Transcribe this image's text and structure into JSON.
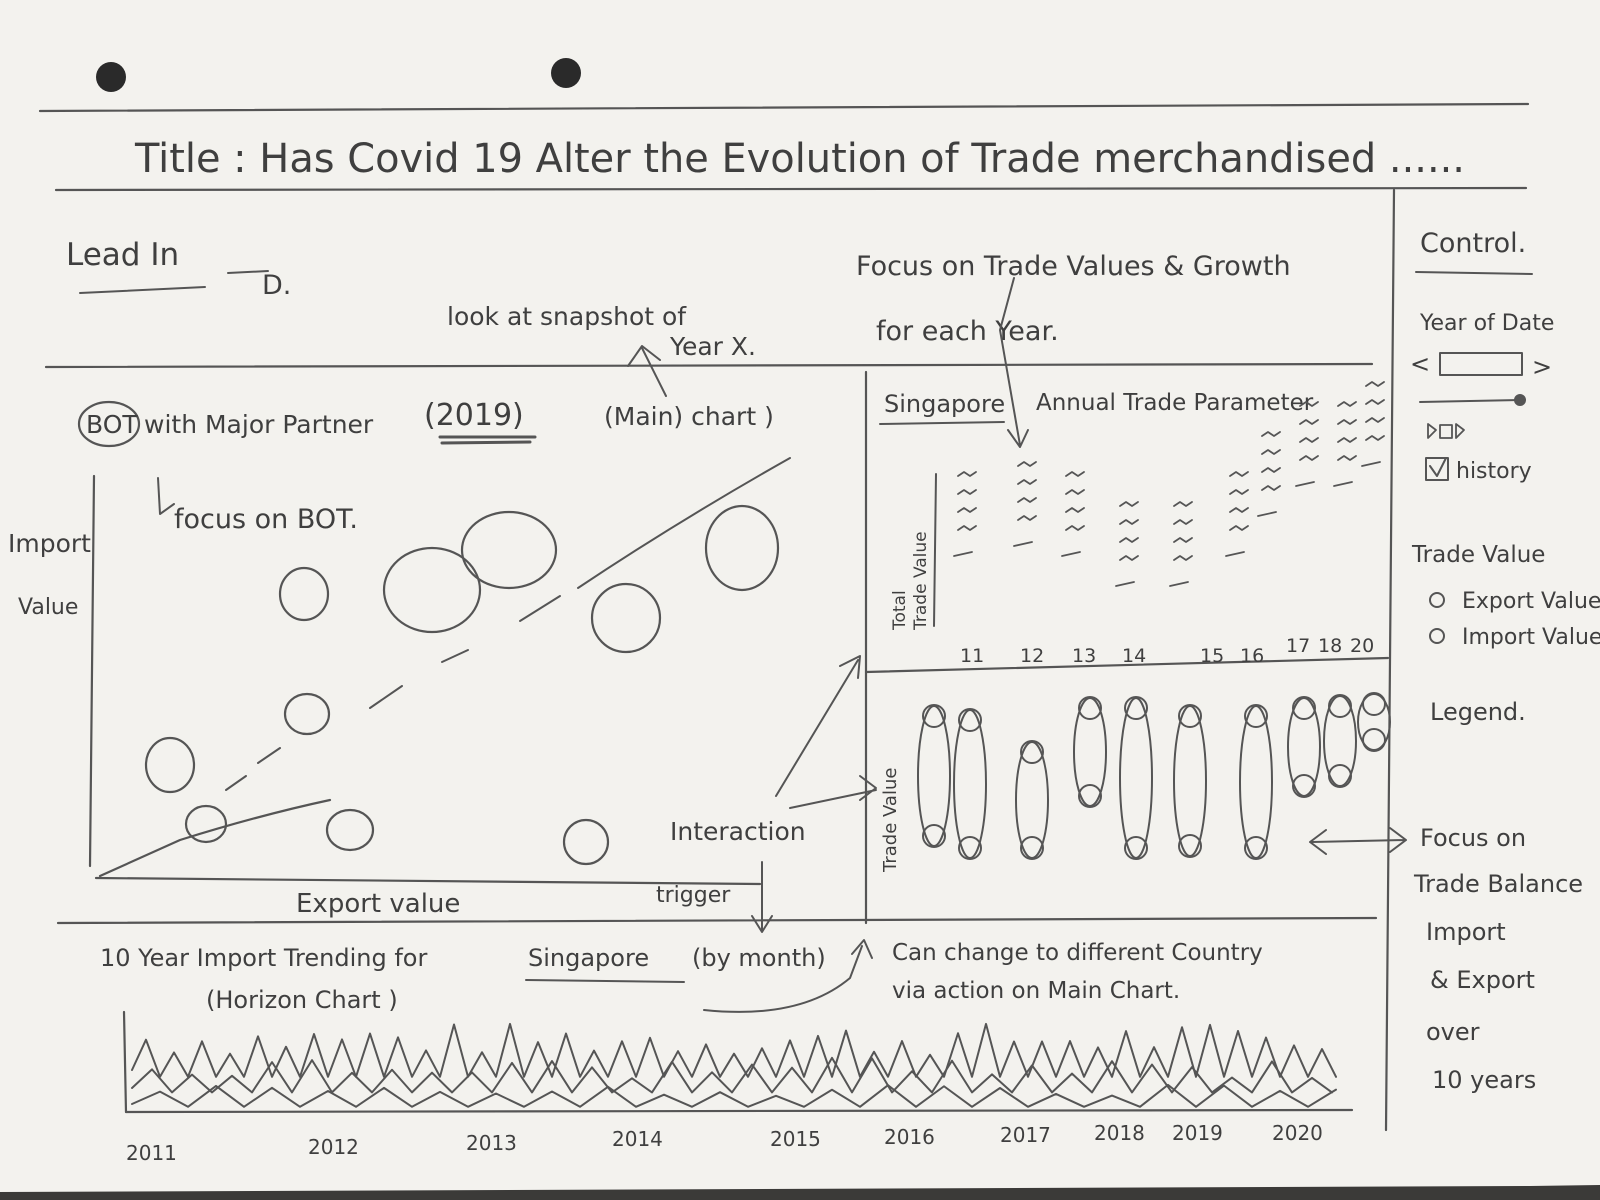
{
  "header": {
    "title": "Title : Has Covid 19 Alter the Evolution of Trade merchandised ......"
  },
  "lead_in": {
    "label": "Lead In",
    "arrow": "D.",
    "note_line1": "look at snapshot of",
    "note_line2": "Year X.",
    "focus_line1": "Focus on Trade Values & Growth",
    "focus_line2": "for each Year."
  },
  "control": {
    "title": "Control.",
    "year_label": "Year of Date",
    "history_label": "history",
    "trade_value_label": "Trade Value",
    "export_label": "Export Value",
    "import_label": "Import Value",
    "legend_label": "Legend."
  },
  "main_chart": {
    "title_bot": "BOT",
    "title_rest": "with Major Partner",
    "title_year": "(2019)",
    "title_type": "(Main) chart )",
    "note": "focus on BOT.",
    "ylabel_line1": "Import",
    "ylabel_line2": "Value",
    "xlabel": "Export value",
    "interaction_label": "Interaction",
    "trigger_label": "trigger"
  },
  "singapore_panel": {
    "country": "Singapore",
    "title": "Annual Trade Parameter",
    "ylabel_line1": "Total",
    "ylabel_line2": "Trade Value",
    "years": [
      "11",
      "12",
      "13",
      "14",
      "15",
      "16",
      "17",
      "18",
      "20"
    ]
  },
  "dumbbell_panel": {
    "ylabel": "Trade Value",
    "note_line1": "Focus on",
    "note_line2": "Trade Balance",
    "note_line3": "Import",
    "note_line4": "& Export",
    "note_line5": "over",
    "note_line6": "10 years"
  },
  "horizon": {
    "title_prefix": "10 Year Import Trending for",
    "title_country": "Singapore",
    "title_suffix": "(by month)",
    "subtitle": "(Horizon Chart )",
    "note_line1": "Can change to different Country",
    "note_line2": "via action on Main Chart.",
    "years": [
      "2011",
      "2012",
      "2013",
      "2014",
      "2015",
      "2016",
      "2017",
      "2018",
      "2019",
      "2020"
    ]
  },
  "colors": {
    "paper": "#f3f2ee",
    "ink": "#555555",
    "background": "#3b3a38"
  }
}
